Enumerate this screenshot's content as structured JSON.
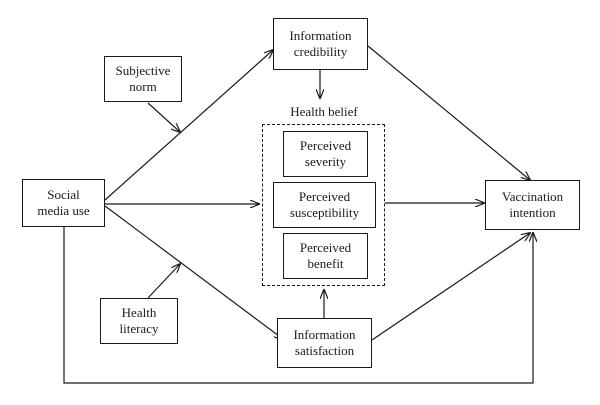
{
  "nodes": {
    "info_credibility": {
      "line1": "Information",
      "line2": "credibility"
    },
    "subjective_norm": {
      "line1": "Subjective",
      "line2": "norm"
    },
    "social_media_use": {
      "line1": "Social",
      "line2": "media use"
    },
    "health_literacy": {
      "line1": "Health",
      "line2": "literacy"
    },
    "info_satisfaction": {
      "line1": "Information",
      "line2": "satisfaction"
    },
    "vaccination_intention": {
      "line1": "Vaccination",
      "line2": "intention"
    },
    "perceived_severity": {
      "line1": "Perceived",
      "line2": "severity"
    },
    "perceived_susceptibility": {
      "line1": "Perceived",
      "line2": "susceptibility"
    },
    "perceived_benefit": {
      "line1": "Perceived",
      "line2": "benefit"
    }
  },
  "group": {
    "label": "Health belief"
  },
  "edges": [
    {
      "from": "social_media_use",
      "to": "info_credibility"
    },
    {
      "from": "social_media_use",
      "to": "health_belief"
    },
    {
      "from": "social_media_use",
      "to": "info_satisfaction"
    },
    {
      "from": "social_media_use",
      "to": "vaccination_intention"
    },
    {
      "from": "subjective_norm",
      "to": "edge:social_media_use-info_credibility"
    },
    {
      "from": "health_literacy",
      "to": "edge:social_media_use-info_satisfaction"
    },
    {
      "from": "info_credibility",
      "to": "health_belief"
    },
    {
      "from": "info_credibility",
      "to": "vaccination_intention"
    },
    {
      "from": "info_satisfaction",
      "to": "health_belief"
    },
    {
      "from": "info_satisfaction",
      "to": "vaccination_intention"
    },
    {
      "from": "health_belief",
      "to": "vaccination_intention"
    }
  ]
}
